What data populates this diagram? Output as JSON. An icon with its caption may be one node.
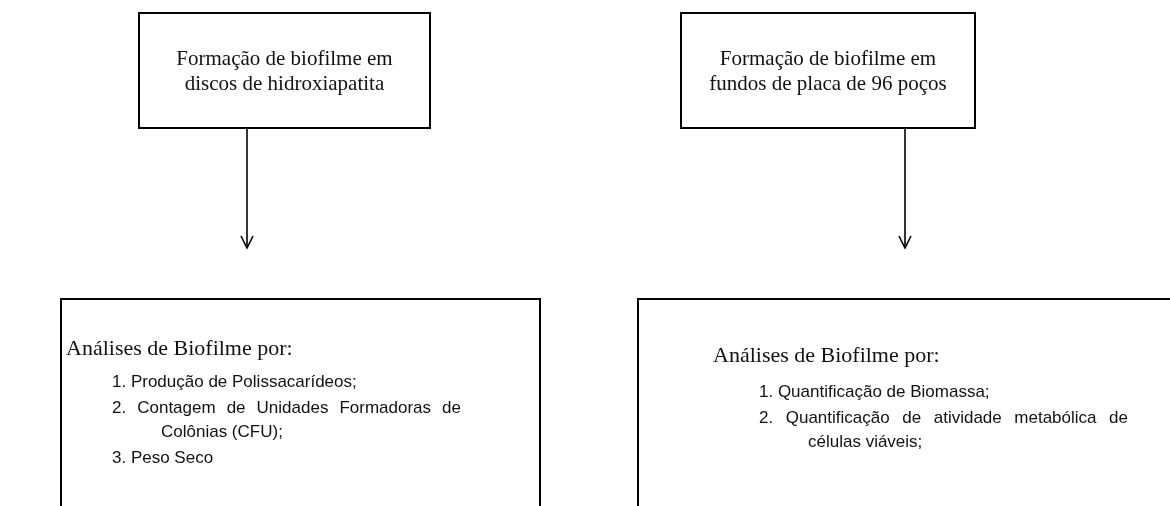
{
  "diagram": {
    "nodes": [
      {
        "text": [
          "Formação de biofilme em discos de hidroxiapatita"
        ]
      },
      {
        "text": [
          "Formação de biofilme em fundos de placa de 96 poços"
        ]
      },
      {
        "text": [
          "Análises de Biofilme por:",
          "1. Produção de Polissacarídeos;",
          "2. Contagem de Unidades Formadoras de Colônias (CFU);",
          "3. Peso Seco"
        ]
      },
      {
        "text": [
          "Análises de Biofilme por:",
          "1. Quantificação de Biomassa;",
          "2. Quantificação de atividade metabólica de células viáveis;"
        ]
      }
    ],
    "edges": [
      {
        "from": 0,
        "to": 2,
        "arrow": "to"
      },
      {
        "from": 1,
        "to": 3,
        "arrow": "to"
      }
    ]
  }
}
